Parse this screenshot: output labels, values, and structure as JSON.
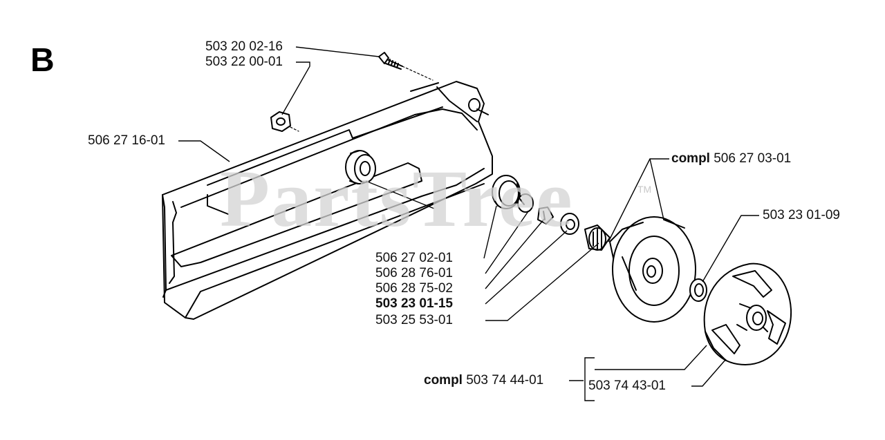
{
  "section_letter": "B",
  "watermark": {
    "text": "PartsTree",
    "tm": "TM"
  },
  "labels": {
    "p1": "503 20 02-16",
    "p2": "503 22 00-01",
    "p3": "506 27 16-01",
    "p4_prefix": "compl",
    "p4": "506 27 03-01",
    "p5": "503 23 01-09",
    "p6": "506 27 02-01",
    "p7": "506 28 76-01",
    "p8": "506 28 75-02",
    "p9": "503 23 01-15",
    "p10": "503 25 53-01",
    "p11_prefix": "compl",
    "p11": "503 74 44-01",
    "p12": "503 74 43-01"
  }
}
